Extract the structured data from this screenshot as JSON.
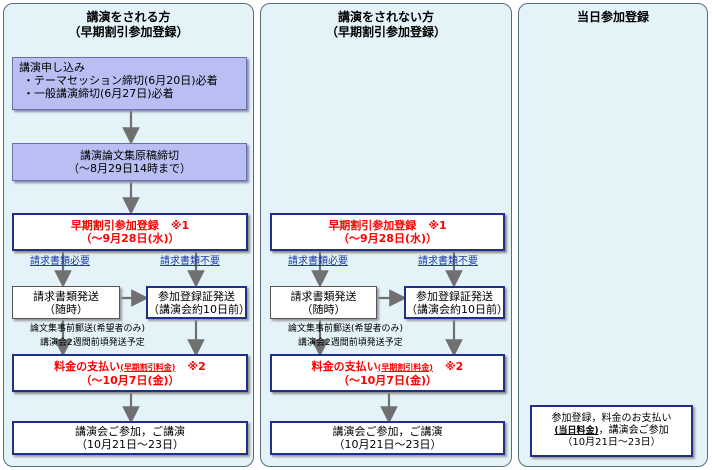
{
  "col1": {
    "title": "講演をされる方",
    "subtitle": "（早期割引参加登録）",
    "apply": {
      "title": "講演申し込み",
      "item1": "・テーマセッション締切(6月20日)必着",
      "item2": "・一般講演締切(6月27日)必着"
    },
    "manuscript": {
      "line1": "講演論文集原稿締切",
      "line2": "（～8月29日14時まで）"
    },
    "early": {
      "line1": "早期割引参加登録",
      "note": "※1",
      "line2": "（～9月28日(水)）"
    },
    "invoice_needed": "請求書類必要",
    "invoice_not_needed": "請求書類不要",
    "invoice_send": {
      "line1": "請求書類発送",
      "line2": "（随時）"
    },
    "cert_send": {
      "line1": "参加登録証発送",
      "line2": "（講演会約10日前）"
    },
    "proceedings_note": "論文集事前郵送(希望者のみ)",
    "schedule_note": "講演会2週間前頃発送予定",
    "payment": {
      "line1a": "料金の支払い",
      "line1b": "(早期割引料金)",
      "note": "※2",
      "line2": "（～10月7日(金)）"
    },
    "attend": {
      "line1": "講演会ご参加，ご講演",
      "line2": "（10月21日～23日）"
    }
  },
  "col2": {
    "title": "講演をされない方",
    "subtitle": "（早期割引参加登録）",
    "early": {
      "line1": "早期割引参加登録",
      "note": "※1",
      "line2": "（～9月28日(水)）"
    },
    "invoice_needed": "請求書類必要",
    "invoice_not_needed": "請求書類不要",
    "invoice_send": {
      "line1": "請求書類発送",
      "line2": "（随時）"
    },
    "cert_send": {
      "line1": "参加登録証発送",
      "line2": "（講演会約10日前）"
    },
    "proceedings_note": "論文集事前郵送(希望者のみ)",
    "schedule_note": "講演会2週間前頃発送予定",
    "payment": {
      "line1a": "料金の支払い",
      "line1b": "(早期割引料金)",
      "note": "※2",
      "line2": "（～10月7日(金)）"
    },
    "attend": {
      "line1": "講演会ご参加，ご講演",
      "line2": "（10月21日～23日）"
    }
  },
  "col3": {
    "title": "当日参加登録",
    "box": {
      "line1": "参加登録，料金のお支払い",
      "line2a": "(当日料金)",
      "line2b": "，講演会ご参加",
      "line3": "（10月21日～23日）"
    }
  },
  "colors": {
    "column_bg": "#e4f3f8",
    "purple_box": "#b9bff2",
    "highlight_red": "#ff0000",
    "frame_blue": "#1f2f8a",
    "link_blue": "#1c3aa8"
  }
}
